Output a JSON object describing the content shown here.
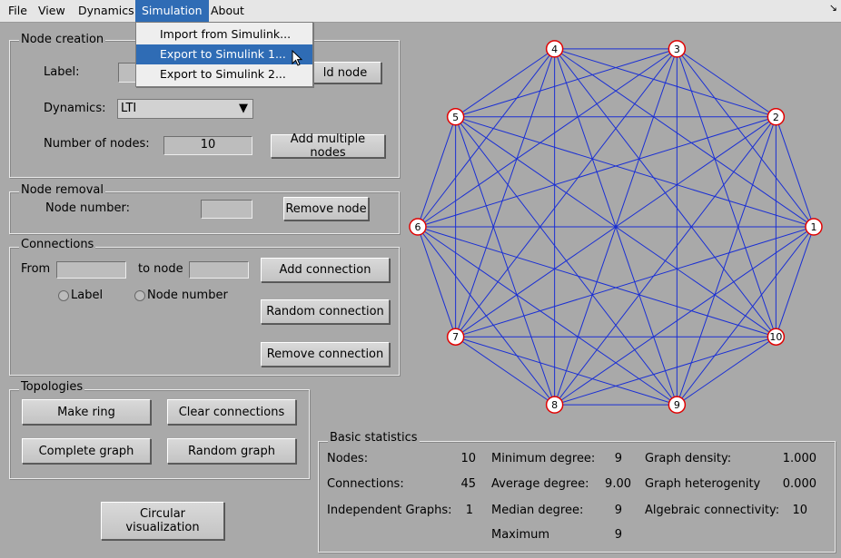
{
  "menubar": {
    "items": [
      "File",
      "View",
      "Dynamics",
      "Simulation",
      "About"
    ],
    "active": "Simulation",
    "corner": "↘"
  },
  "dropdown": {
    "items": [
      "Import from Simulink...",
      "Export to Simulink 1...",
      "Export to Simulink 2..."
    ],
    "highlighted": "Export to Simulink 1..."
  },
  "node_creation": {
    "title": "Node creation",
    "label_text": "Label:",
    "label_value": "",
    "add_node_label": "ld node",
    "dynamics_label": "Dynamics:",
    "dynamics_value": "LTI",
    "num_nodes_label": "Number of nodes:",
    "num_nodes_value": "10",
    "add_multiple_label": "Add multiple nodes"
  },
  "node_removal": {
    "title": "Node removal",
    "node_number_label": "Node number:",
    "node_number_value": "",
    "remove_label": "Remove node"
  },
  "connections": {
    "title": "Connections",
    "from_label": "From",
    "from_value": "",
    "to_label": "to node",
    "to_value": "",
    "radio_label": "Label",
    "radio_node_number": "Node number",
    "add_label": "Add connection",
    "random_label": "Random connection",
    "remove_label": "Remove connection"
  },
  "topologies": {
    "title": "Topologies",
    "make_ring": "Make ring",
    "clear_connections": "Clear connections",
    "complete_graph": "Complete graph",
    "random_graph": "Random graph"
  },
  "circular_visualization": "Circular visualization",
  "stats": {
    "title": "Basic statistics",
    "nodes_label": "Nodes:",
    "nodes_value": "10",
    "connections_label": "Connections:",
    "connections_value": "45",
    "independent_label": "Independent Graphs:",
    "independent_value": "1",
    "min_degree_label": "Minimum degree:",
    "min_degree_value": "9",
    "avg_degree_label": "Average degree:",
    "avg_degree_value": "9.00",
    "median_degree_label": "Median degree:",
    "median_degree_value": "9",
    "max_degree_label": "Maximum",
    "max_degree_value": "9",
    "density_label": "Graph density:",
    "density_value": "1.000",
    "heterogeneity_label": "Graph heterogenity",
    "heterogeneity_value": "0.000",
    "algebraic_label": "Algebraic connectivity:",
    "algebraic_value": "10"
  },
  "graph": {
    "node_labels": [
      "1",
      "2",
      "3",
      "4",
      "5",
      "6",
      "7",
      "8",
      "9",
      "10"
    ],
    "edge_color": "#1a2fd4",
    "node_stroke": "#e00000",
    "node_fill": "#ffffff",
    "complete": true
  }
}
